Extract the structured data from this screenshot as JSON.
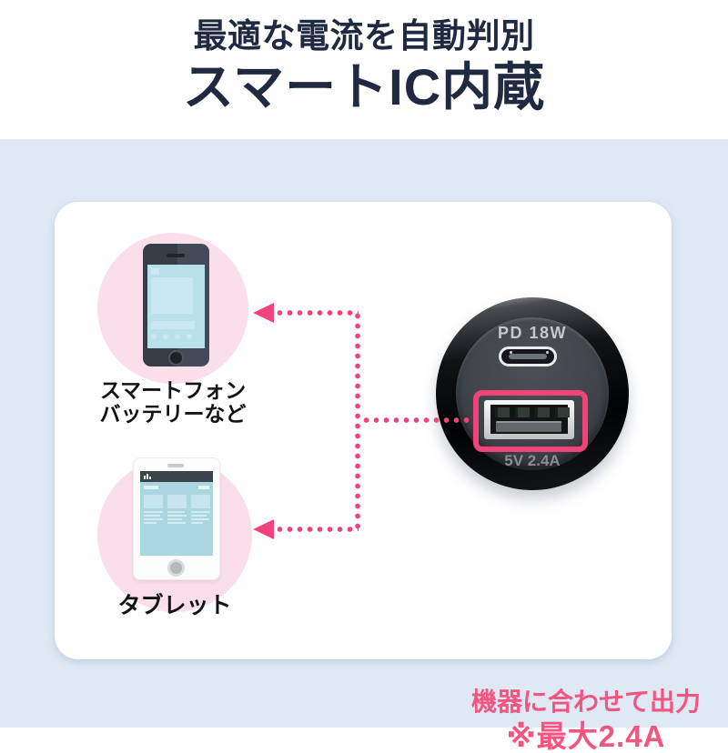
{
  "header": {
    "subtitle": "最適な電流を自動判別",
    "title": "スマートIC内蔵"
  },
  "card": {
    "smartphone": {
      "label_line1": "スマートフォン",
      "label_line2": "バッテリーなど"
    },
    "tablet": {
      "label": "タブレット"
    },
    "charger": {
      "port_top_label": "PD 18W",
      "port_bottom_label": "5V 2.4A"
    },
    "caption": {
      "line1": "機器に合わせて出力",
      "line2": "※最大2.4A"
    }
  },
  "colors": {
    "accent_pink": "#f0437a",
    "caption_pink": "#f25580",
    "pink_circle": "#fadee9",
    "background_blue": "#dfe9f4",
    "title_navy": "#1f2940",
    "charger_body": "#3f4449"
  }
}
